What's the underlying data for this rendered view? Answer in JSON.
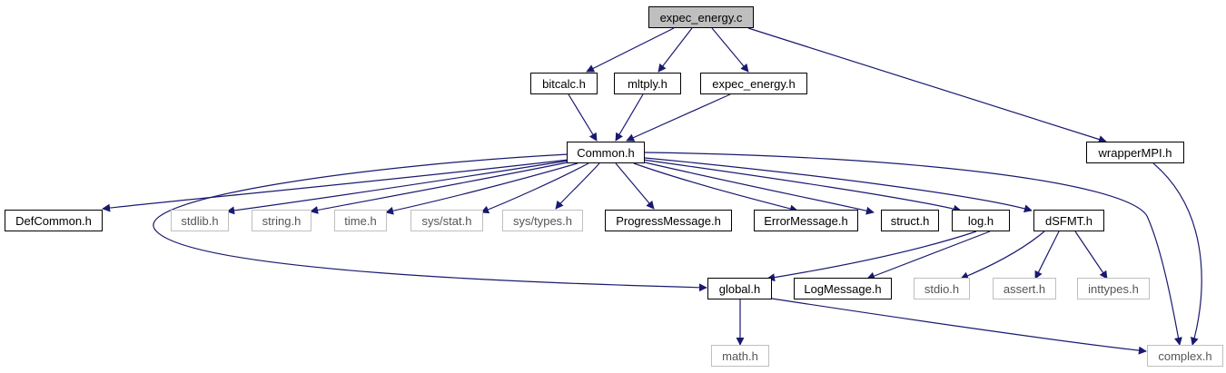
{
  "colors": {
    "edge": "#191970",
    "system_border": "#bfbfbf",
    "root_fill": "#bfbfbf"
  },
  "nodes": {
    "root": "expec_energy.c",
    "bitcalc": "bitcalc.h",
    "mltply": "mltply.h",
    "expec_energy_h": "expec_energy.h",
    "wrappermpi": "wrapperMPI.h",
    "common": "Common.h",
    "defcommon": "DefCommon.h",
    "stdlib": "stdlib.h",
    "string": "string.h",
    "time": "time.h",
    "sysstat": "sys/stat.h",
    "systypes": "sys/types.h",
    "progressmessage": "ProgressMessage.h",
    "errormessage": "ErrorMessage.h",
    "struct": "struct.h",
    "log": "log.h",
    "dsfmt": "dSFMT.h",
    "global": "global.h",
    "logmessage": "LogMessage.h",
    "stdio": "stdio.h",
    "assert": "assert.h",
    "inttypes": "inttypes.h",
    "math": "math.h",
    "complex": "complex.h"
  }
}
